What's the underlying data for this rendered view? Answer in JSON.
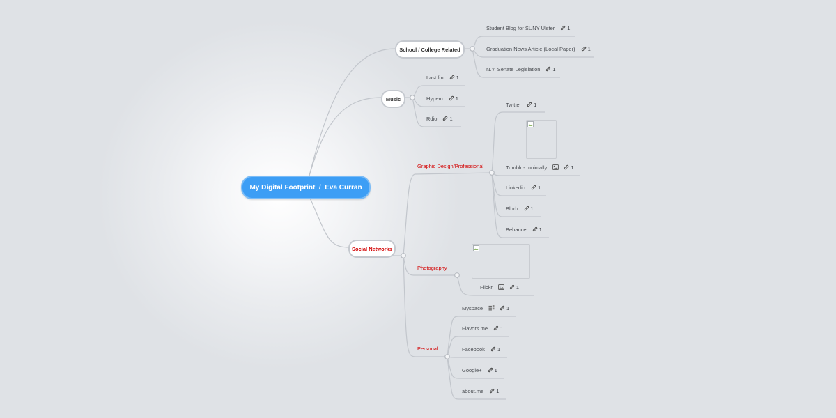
{
  "root": {
    "title": "My Digital Footprint  /  Eva Curran"
  },
  "branches": {
    "school": {
      "label": "School / College Related",
      "items": [
        {
          "label": "Student Blog for SUNY Ulster",
          "count": "1"
        },
        {
          "label": "Graduation News Article (Local Paper)",
          "count": "1"
        },
        {
          "label": "N.Y. Senate Legislation",
          "count": "1"
        }
      ]
    },
    "music": {
      "label": "Music",
      "items": [
        {
          "label": "Last.fm",
          "count": "1"
        },
        {
          "label": "Hypem",
          "count": "1"
        },
        {
          "label": "Rdio",
          "count": "1"
        }
      ]
    },
    "social": {
      "label": "Social Networks",
      "graphic": {
        "label": "Graphic Design/Professional",
        "items": [
          {
            "label": "Twitter",
            "count": "1"
          },
          {
            "label": "Tumblr - mnimally",
            "count": "1",
            "extra_icon": "image-icon"
          },
          {
            "label": "Linkedin",
            "count": "1"
          },
          {
            "label": "Blurb",
            "count": "1"
          },
          {
            "label": "Behance",
            "count": "1"
          }
        ]
      },
      "photography": {
        "label": "Photography",
        "items": [
          {
            "label": "Flickr",
            "count": "1",
            "extra_icon": "image-icon"
          }
        ]
      },
      "personal": {
        "label": "Personal",
        "items": [
          {
            "label": "Myspace",
            "count": "1",
            "extra_icon": "notes-icon"
          },
          {
            "label": "Flavors.me",
            "count": "1"
          },
          {
            "label": "Facebook",
            "count": "1"
          },
          {
            "label": "Google+",
            "count": "1"
          },
          {
            "label": "about.me",
            "count": "1"
          }
        ]
      }
    }
  },
  "colors": {
    "root_fill": "#3d9ef5",
    "subtopic_text": "#d30000",
    "connector": "#c2c6cc",
    "background": "#dfe2e6"
  }
}
